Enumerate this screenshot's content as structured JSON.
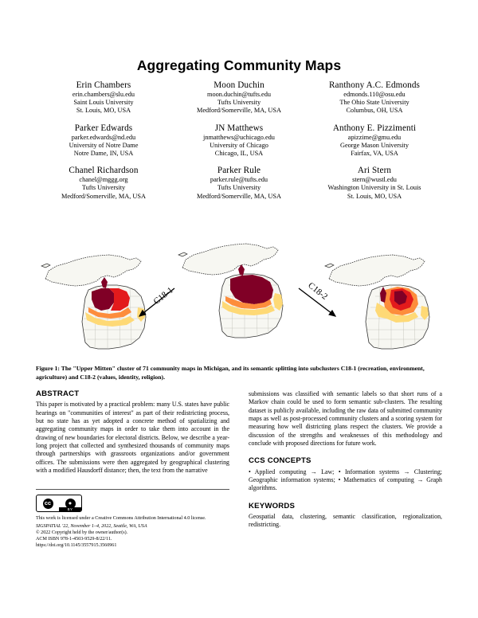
{
  "paper": {
    "title": "Aggregating Community Maps",
    "authors": [
      [
        {
          "name": "Erin Chambers",
          "email": "erin.chambers@slu.edu",
          "institution": "Saint Louis University",
          "location": "St. Louis, MO, USA"
        },
        {
          "name": "Parker Edwards",
          "email": "parker.edwards@nd.edu",
          "institution": "University of Notre Dame",
          "location": "Notre Dame, IN, USA"
        },
        {
          "name": "Chanel Richardson",
          "email": "chanel@mggg.org",
          "institution": "Tufts University",
          "location": "Medford/Somerville, MA, USA"
        }
      ],
      [
        {
          "name": "Moon Duchin",
          "email": "moon.duchin@tufts.edu",
          "institution": "Tufts University",
          "location": "Medford/Somerville, MA, USA"
        },
        {
          "name": "JN Matthews",
          "email": "jnmatthews@uchicago.edu",
          "institution": "University of Chicago",
          "location": "Chicago, IL, USA"
        },
        {
          "name": "Parker Rule",
          "email": "parker.rule@tufts.edu",
          "institution": "Tufts University",
          "location": "Medford/Somerville, MA, USA"
        }
      ],
      [
        {
          "name": "Ranthony A.C. Edmonds",
          "email": "edmonds.110@osu.edu",
          "institution": "The Ohio State University",
          "location": "Columbus, OH, USA"
        },
        {
          "name": "Anthony E. Pizzimenti",
          "email": "apizzime@gmu.edu",
          "institution": "George Mason University",
          "location": "Fairfax, VA, USA"
        },
        {
          "name": "Ari Stern",
          "email": "stern@wustl.edu",
          "institution": "Washington University in St. Louis",
          "location": "St. Louis, MO, USA"
        }
      ]
    ]
  },
  "figure": {
    "caption": "Figure 1: The \"Upper Mitten\" cluster of 71 community maps in Michigan, and its semantic splitting into subclusters C18-1 (recreation, environment, agriculture) and C18-2 (values, identity, religion).",
    "arrow_left_label": "C18-1",
    "arrow_right_label": "C18-2",
    "maps": [
      {
        "id": "map-c18-1",
        "label": "C18-1"
      },
      {
        "id": "map-upper-mitten",
        "label": "Upper Mitten"
      },
      {
        "id": "map-c18-2",
        "label": "C18-2"
      }
    ],
    "colors": {
      "heat_high": "#800026",
      "heat_mid_high": "#e31a1c",
      "heat_mid": "#fd8d3c",
      "heat_low": "#fed976",
      "heat_lowest": "#ffffcc",
      "base_fill": "#f7f7f2",
      "outline": "#333333"
    }
  },
  "sections": {
    "abstract_head": "ABSTRACT",
    "abstract_part1": "This paper is motivated by a practical problem: many U.S. states have public hearings on \"communities of interest\" as part of their redistricting process, but no state has as yet adopted a concrete method of spatializing and aggregating community maps in order to take them into account in the drawing of new boundaries for electoral districts. Below, we describe a year-long project that collected and synthesized thousands of community maps through partnerships with grassroots organizations and/or government offices. The submissions were then aggregated by geographical clustering with a modified Hausdorff distance; then, the text from the narrative",
    "abstract_part2": "submissions was classified with semantic labels so that short runs of a Markov chain could be used to form semantic sub-clusters. The resulting dataset is publicly available, including the raw data of submitted community maps as well as post-processed community clusters and a scoring system for measuring how well districting plans respect the clusters. We provide a discussion of the strengths and weaknesses of this methodology and conclude with proposed directions for future work.",
    "ccs_head": "CCS CONCEPTS",
    "ccs_text": "• Applied computing → Law; • Information systems → Clustering; Geographic information systems; • Mathematics of computing → Graph algorithms.",
    "keywords_head": "KEYWORDS",
    "keywords_text": "Geospatial data, clustering, semantic classification, regionalization, redistricting."
  },
  "copyright": {
    "badge_cc": "cc",
    "badge_by_symbol": "\u0001",
    "badge_by_label": "BY",
    "license_text": "This work is licensed under a Creative Commons Attribution International 4.0 license.",
    "venue": "SIGSPATIAL '22, November 1–4, 2022, Seattle, WA, USA",
    "copyright_line": "© 2022 Copyright held by the owner/author(s).",
    "isbn_line": "ACM ISBN 978-1-4503-9529-8/22/11.",
    "doi_line": "https://doi.org/10.1145/3557915.3560961"
  }
}
